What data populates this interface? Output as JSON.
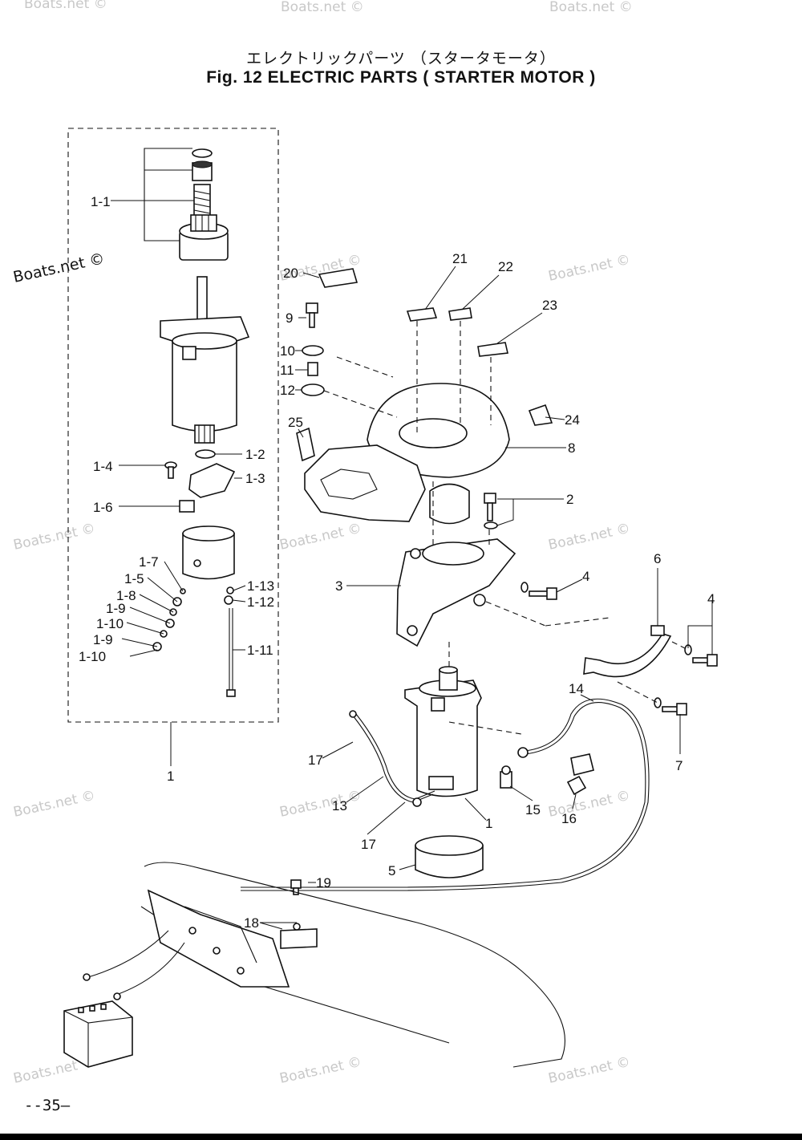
{
  "title_jp": "エレクトリックパーツ （スタータモータ）",
  "title_en": "Fig. 12   ELECTRIC PARTS ( STARTER MOTOR )",
  "page_number": "--35—",
  "watermark_text": "Boats.net ©",
  "callouts": {
    "c1_1": "1-1",
    "c1_2": "1-2",
    "c1_3": "1-3",
    "c1_4": "1-4",
    "c1_5": "1-5",
    "c1_6": "1-6",
    "c1_7": "1-7",
    "c1_8": "1-8",
    "c1_9a": "1-9",
    "c1_9b": "1-9",
    "c1_10a": "1-10",
    "c1_10b": "1-10",
    "c1_11": "1-11",
    "c1_12": "1-12",
    "c1_13": "1-13",
    "c1": "1",
    "c1b": "1",
    "c2": "2",
    "c3": "3",
    "c4a": "4",
    "c4b": "4",
    "c5": "5",
    "c6": "6",
    "c7": "7",
    "c8": "8",
    "c9": "9",
    "c10": "10",
    "c11": "11",
    "c12": "12",
    "c13": "13",
    "c14": "14",
    "c15": "15",
    "c16": "16",
    "c17a": "17",
    "c17b": "17",
    "c18": "18",
    "c19": "19",
    "c20": "20",
    "c21": "21",
    "c22": "22",
    "c23": "23",
    "c24": "24",
    "c25": "25"
  },
  "colors": {
    "ink": "#111111",
    "watermark": "#c8c8c8",
    "paper": "#ffffff"
  }
}
